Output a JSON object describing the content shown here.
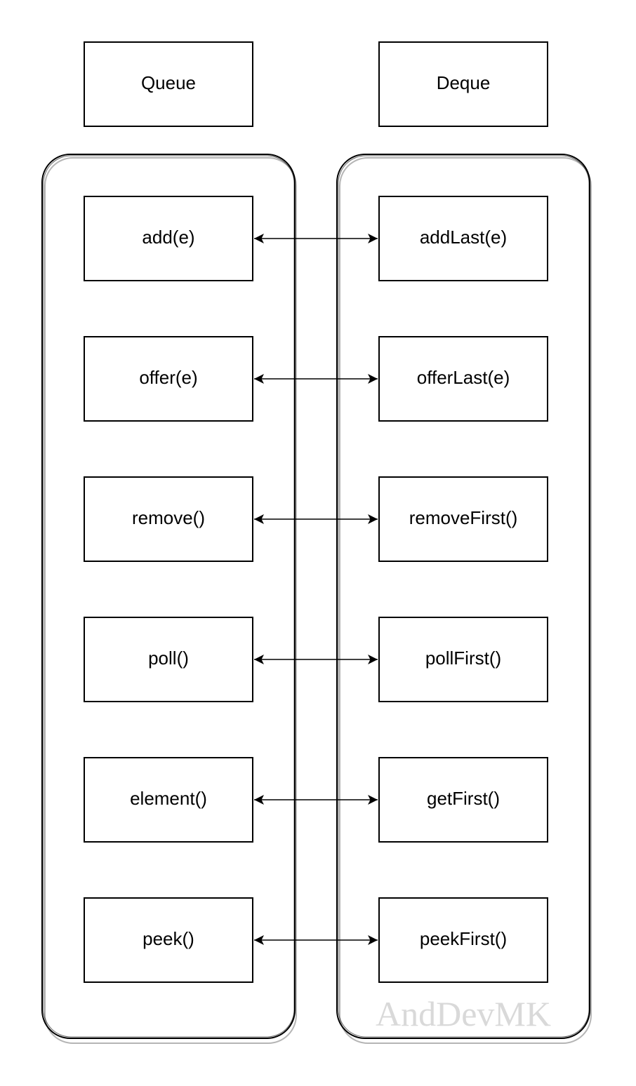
{
  "headers": {
    "left": "Queue",
    "right": "Deque"
  },
  "rows": [
    {
      "queue": "add(e)",
      "deque": "addLast(e)"
    },
    {
      "queue": "offer(e)",
      "deque": "offerLast(e)"
    },
    {
      "queue": "remove()",
      "deque": "removeFirst()"
    },
    {
      "queue": "poll()",
      "deque": "pollFirst()"
    },
    {
      "queue": "element()",
      "deque": "getFirst()"
    },
    {
      "queue": "peek()",
      "deque": "peekFirst()"
    }
  ],
  "watermark": "AndDevMK",
  "colors": {
    "stroke": "#000000",
    "shadow": "#b5b5b5",
    "watermark": "#d9d9d9"
  }
}
